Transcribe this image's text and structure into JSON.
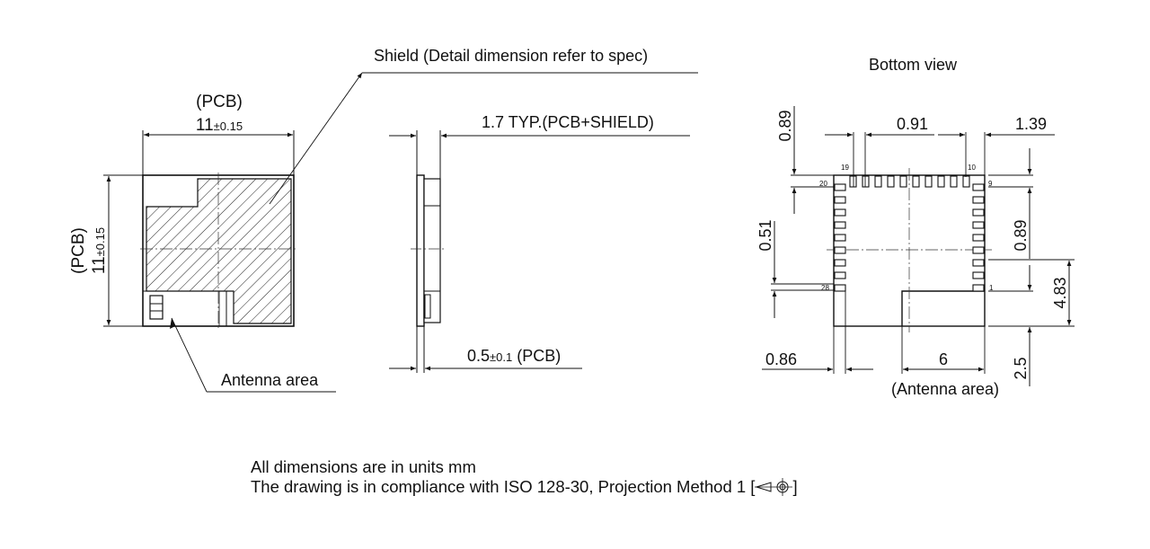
{
  "front_view": {
    "width_label_top": "(PCB)",
    "width_value": "11",
    "width_tol": "±0.15",
    "height_label": "(PCB)",
    "height_value": "11",
    "height_tol": "±0.15",
    "shield_callout": "Shield (Detail dimension refer to spec)",
    "antenna_callout": "Antenna area"
  },
  "side_view": {
    "total_thickness": "1.7 TYP.(PCB+SHIELD)",
    "pcb_thickness_value": "0.5",
    "pcb_thickness_tol": "±0.1",
    "pcb_thickness_suffix": "(PCB)"
  },
  "bottom_view": {
    "title": "Bottom view",
    "dim_top_left_vertical": "0.89",
    "dim_pad_pitch": "0.91",
    "dim_top_right": "1.39",
    "dim_left_vertical": "0.51",
    "dim_right_vertical_upper": "0.89",
    "dim_right_vertical": "4.83",
    "dim_bottom_left": "0.86",
    "dim_antenna_width": "6",
    "dim_antenna_height": "2.5",
    "antenna_label": "(Antenna area)",
    "pin_labels": {
      "p1": "1",
      "p9": "9",
      "p10": "10",
      "p19": "19",
      "p20": "20",
      "p28": "28"
    }
  },
  "notes": {
    "line1": "All dimensions are in units mm",
    "line2": "The drawing is in compliance with ISO 128-30, Projection Method 1 [",
    "line2_end": "]",
    "projection_symbol": "first-angle-projection-icon"
  }
}
